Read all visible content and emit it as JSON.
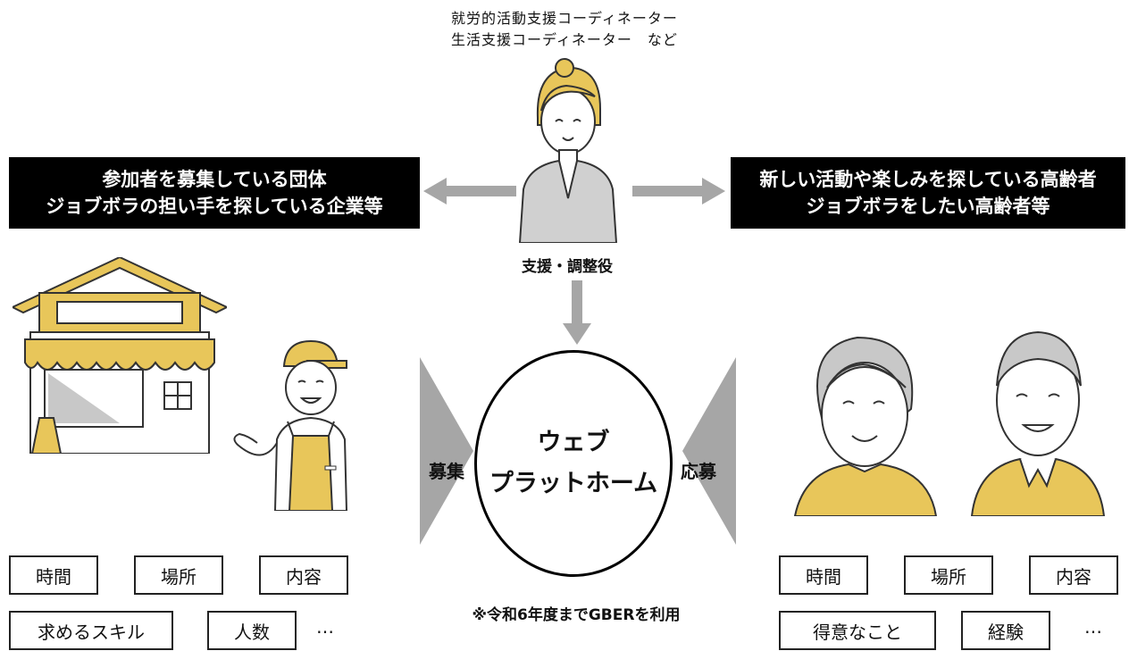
{
  "coordinator": {
    "title_line1": "就労的活動支援コーディネーター",
    "title_line2": "生活支援コーディネーター　など",
    "role_label": "支援・調整役"
  },
  "left_banner": {
    "line1": "参加者を募集している団体",
    "line2": "ジョブボラの担い手を探している企業等"
  },
  "right_banner": {
    "line1": "新しい活動や楽しみを探している高齢者",
    "line2": "ジョブボラをしたい高齢者等"
  },
  "platform": {
    "line1": "ウェブ",
    "line2": "プラットホーム",
    "left_label": "募集",
    "right_label": "応募",
    "note": "※令和6年度までGBERを利用"
  },
  "left_tags": [
    "時間",
    "場所",
    "内容",
    "求めるスキル",
    "人数"
  ],
  "right_tags": [
    "時間",
    "場所",
    "内容",
    "得意なこと",
    "経験"
  ],
  "ellipsis": "…",
  "colors": {
    "accent_yellow": "#E8C65A",
    "arrow_gray": "#A6A6A6",
    "banner_black": "#000000"
  }
}
